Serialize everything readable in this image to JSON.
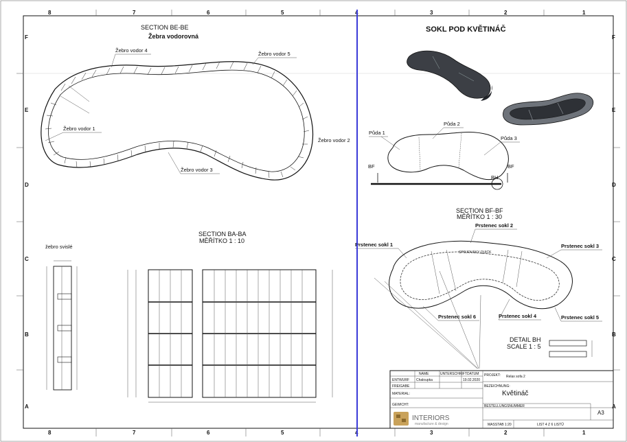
{
  "grid": {
    "columns": [
      "8",
      "7",
      "6",
      "5",
      "4",
      "3",
      "2",
      "1"
    ],
    "rows": [
      "F",
      "E",
      "D",
      "C",
      "B",
      "A"
    ]
  },
  "views": {
    "section_be": {
      "title": "SECTION BE-BE",
      "subtitle": "Žebra vodorovná",
      "labels": [
        "Žebro vodor 4",
        "Žebro vodor 5",
        "Žebro vodor 1",
        "Žebro vodor 2",
        "Žebro vodor 3"
      ]
    },
    "sokl": {
      "title": "SOKL POD KVĚTINÁČ",
      "labels": [
        "Půda 1",
        "Půda 2",
        "Půda 3",
        "BF",
        "BF",
        "BH"
      ]
    },
    "section_ba": {
      "title": "SECTION BA-BA",
      "scale": "MĚŘÍTKO 1 : 10",
      "side_label": "žebro svislé"
    },
    "section_bf": {
      "title": "SECTION BF-BF",
      "scale": "MĚŘÍTKO 1 : 30",
      "note": "SPOJOVÁKY QUICK",
      "labels": [
        "Prstenec sokl 1",
        "Prstenec sokl 2",
        "Prstenec sokl 3",
        "Prstenec sokl 4",
        "Prstenec sokl 5",
        "Prstenec sokl 6"
      ]
    },
    "detail_bh": {
      "title": "DETAIL BH",
      "scale": "SCALE 1 : 5"
    }
  },
  "title_block": {
    "col_name": "NAME",
    "col_sign": "UNTERSCHRIFT",
    "col_date": "DATUM",
    "entwurf_label": "ENTWURF",
    "entwurf_name": "Chaloupka",
    "entwurf_date": "19.02.2020",
    "freigabe_label": "FREIGABE",
    "material_label": "MATERIAL:",
    "gewicht_label": "GEWICHT:",
    "projekt_label": "PROJEKT:",
    "projekt_value": "Relax sofa 2",
    "bezeichnung_label": "BEZEICHNUNG:",
    "bezeichnung_value": "Květináč",
    "bestell_label": "BESTELLUNGSNUMMER",
    "format": "A3",
    "scale": "MASSTAB 1:20",
    "sheet": "LIST 4 Z 6 LISTŮ",
    "logo_name": "INTERIORS",
    "logo_tagline": "manufacture & design"
  },
  "colors": {
    "line": "#111111",
    "cursor": "#3a3ad8",
    "render_dark": "#3c3f45",
    "render_light": "#6e737a"
  }
}
